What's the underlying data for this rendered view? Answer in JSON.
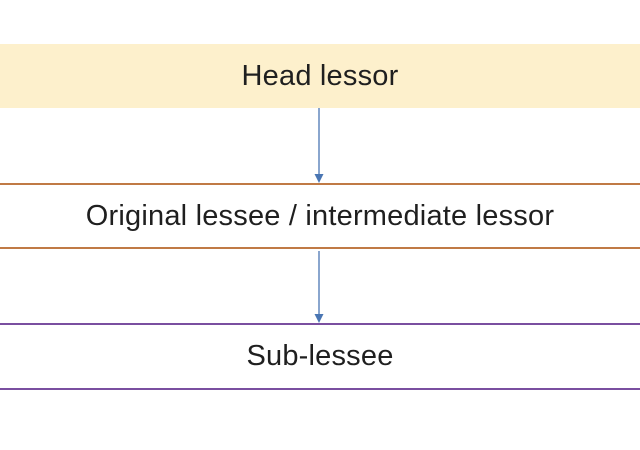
{
  "nodes": [
    {
      "id": "head-lessor",
      "label": "Head lessor"
    },
    {
      "id": "original-lessee",
      "label": "Original lessee / intermediate lessor"
    },
    {
      "id": "sub-lessee",
      "label": "Sub-lessee"
    }
  ],
  "edges": [
    {
      "from": "head-lessor",
      "to": "original-lessee"
    },
    {
      "from": "original-lessee",
      "to": "sub-lessee"
    }
  ],
  "colors": {
    "head_fill": "#fdf0cc",
    "mid_border": "#c07a45",
    "sub_border": "#7a4fa0",
    "arrow": "#4a76b3"
  }
}
